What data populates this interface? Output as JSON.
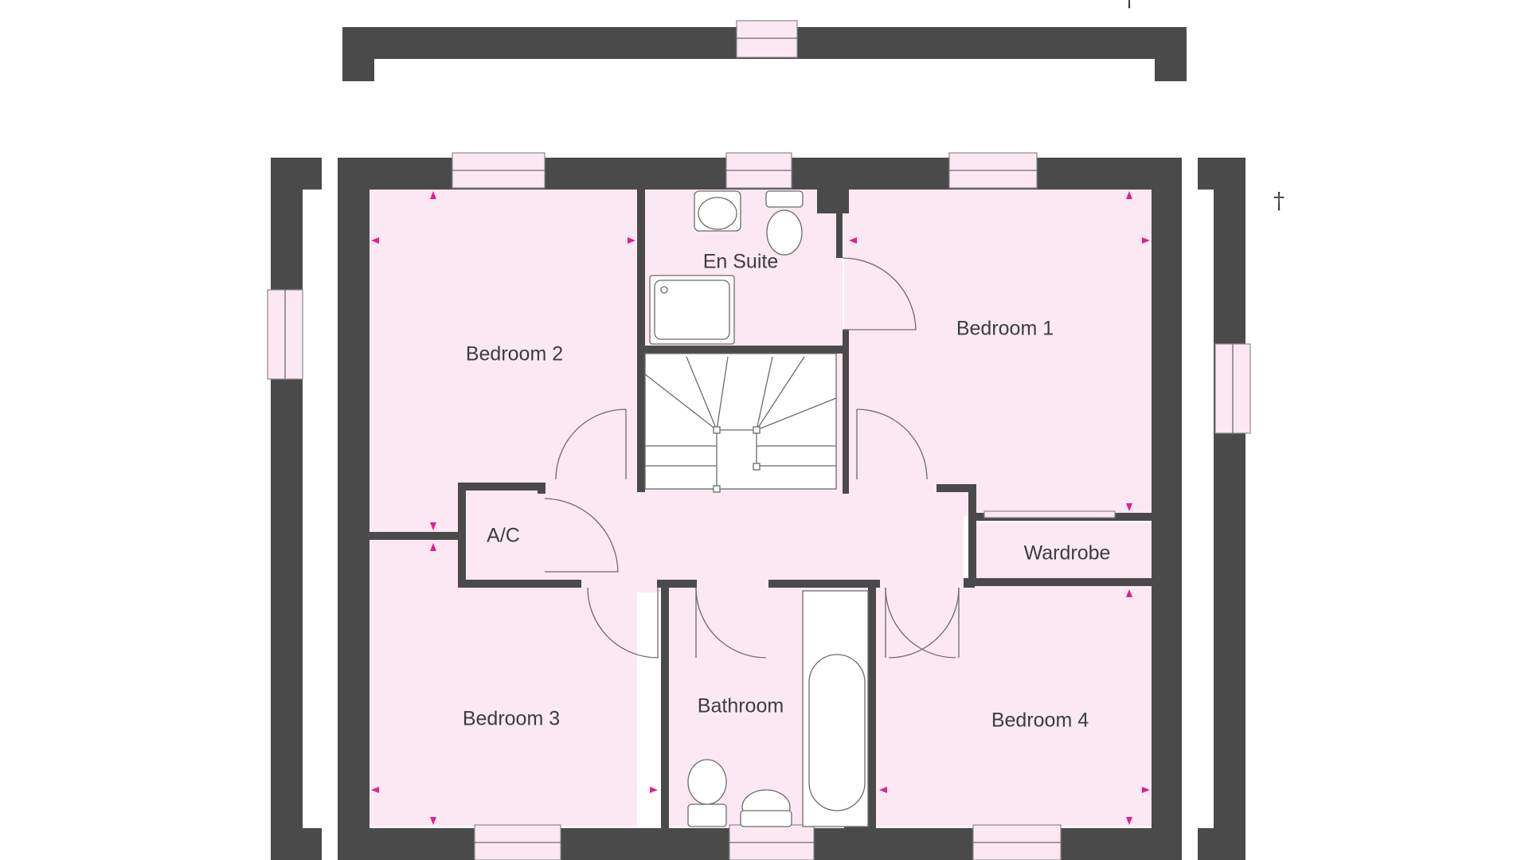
{
  "rooms": {
    "en_suite": "En Suite",
    "bedroom_1": "Bedroom 1",
    "bedroom_2": "Bedroom 2",
    "bedroom_3": "Bedroom 3",
    "bedroom_4": "Bedroom 4",
    "ac": "A/C",
    "wardrobe": "Wardrobe",
    "bathroom": "Bathroom"
  },
  "markers": {
    "dagger": "†"
  },
  "colors": {
    "wall": "#4a4a4a",
    "floor": "#fce8f3",
    "dimension_tick": "#e0218a"
  }
}
